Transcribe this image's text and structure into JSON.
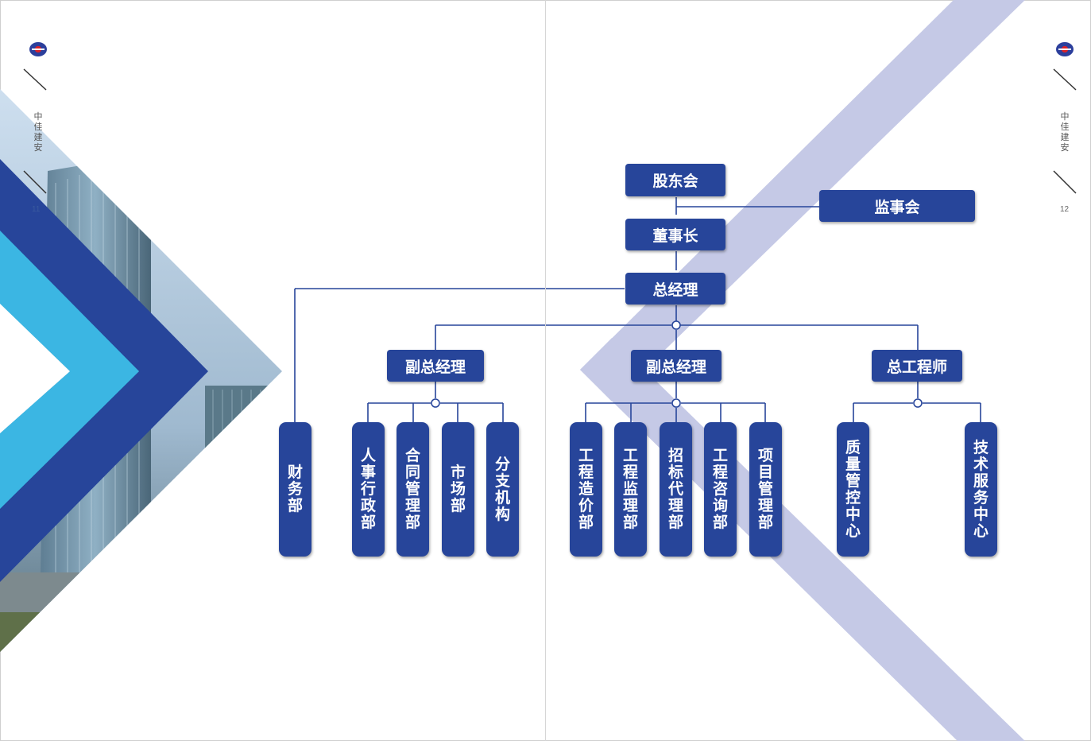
{
  "brand": {
    "left_text": "中佳建安",
    "right_text": "中佳建安",
    "left_page_number": "11",
    "right_page_number": "12"
  },
  "colors": {
    "primary_blue": "#27459a",
    "light_cyan": "#3bb6e3",
    "pale_band": "#c5c9e6",
    "line": "#27459a"
  },
  "org": {
    "shareholders": "股东会",
    "supervisors": "监事会",
    "chairman": "董事长",
    "general_manager": "总经理",
    "finance": "财务部",
    "vgm_1": {
      "title": "副总经理",
      "depts": [
        "人事行政部",
        "合同管理部",
        "市场部",
        "分支机构"
      ]
    },
    "vgm_2": {
      "title": "副总经理",
      "depts": [
        "工程造价部",
        "工程监理部",
        "招标代理部",
        "工程咨询部",
        "项目管理部"
      ]
    },
    "chief_engineer": {
      "title": "总工程师",
      "depts": [
        "质量管控中心",
        "技术服务中心"
      ]
    }
  }
}
